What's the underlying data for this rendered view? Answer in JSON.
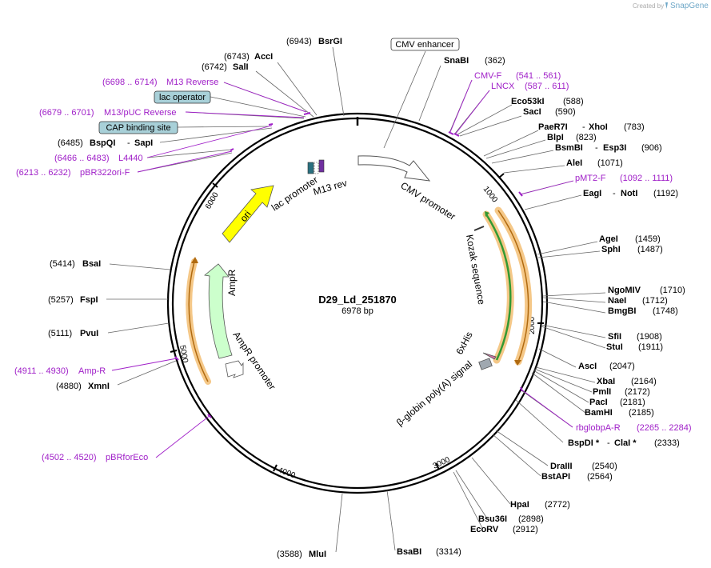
{
  "header": {
    "credit": "Created by",
    "brand": "SnapGene"
  },
  "map": {
    "name": "D29_Ld_251870",
    "length": "6978 bp",
    "ticks": [
      "1000",
      "2000",
      "3000",
      "4000",
      "5000",
      "6000"
    ]
  },
  "features": {
    "cmv_promoter": "CMV promoter",
    "kozak": "Kozak sequence",
    "his": "6xHis",
    "polya": "β-globin poly(A) signal",
    "ampr": "AmpR",
    "ampr_promoter": "AmpR promoter",
    "ori": "ori",
    "lac_promoter": "lac promoter",
    "m13rev": "M13 rev"
  },
  "boxes": {
    "cmv_enhancer": "CMV enhancer",
    "lac_operator": "lac operator",
    "cap_site": "CAP binding site"
  },
  "sites": {
    "bsrgi": {
      "pos": "(6943)",
      "name": "BsrGI"
    },
    "acci": {
      "pos": "(6743)",
      "name": "AccI"
    },
    "sali": {
      "pos": "(6742)",
      "name": "SalI"
    },
    "bspqi": {
      "pos": "(6485)",
      "name": "BspQI",
      "name2": "SapI"
    },
    "snabi": {
      "name": "SnaBI",
      "pos": "(362)"
    },
    "eco53ki": {
      "name": "Eco53kI",
      "pos": "(588)"
    },
    "saci": {
      "name": "SacI",
      "pos": "(590)"
    },
    "paer7i": {
      "name": "PaeR7I",
      "name2": "XhoI",
      "pos": "(783)"
    },
    "blpi": {
      "name": "BlpI",
      "pos": "(823)"
    },
    "bsmbi": {
      "name": "BsmBI",
      "name2": "Esp3I",
      "pos": "(906)"
    },
    "alei": {
      "name": "AleI",
      "pos": "(1071)"
    },
    "eagi": {
      "name": "EagI",
      "name2": "NotI",
      "pos": "(1192)"
    },
    "agei": {
      "name": "AgeI",
      "pos": "(1459)"
    },
    "sphi": {
      "name": "SphI",
      "pos": "(1487)"
    },
    "ngomiv": {
      "name": "NgoMIV",
      "pos": "(1710)"
    },
    "naei": {
      "name": "NaeI",
      "pos": "(1712)"
    },
    "bmgbi": {
      "name": "BmgBI",
      "pos": "(1748)"
    },
    "sfii": {
      "name": "SfiI",
      "pos": "(1908)"
    },
    "stui": {
      "name": "StuI",
      "pos": "(1911)"
    },
    "asci": {
      "name": "AscI",
      "pos": "(2047)"
    },
    "xbai": {
      "name": "XbaI",
      "pos": "(2164)"
    },
    "pmli": {
      "name": "PmlI",
      "pos": "(2172)"
    },
    "paci": {
      "name": "PacI",
      "pos": "(2181)"
    },
    "bamhi": {
      "name": "BamHI",
      "pos": "(2185)"
    },
    "bspdi": {
      "name": "BspDI *",
      "name2": "ClaI *",
      "pos": "(2333)"
    },
    "draiii": {
      "name": "DraIII",
      "pos": "(2540)"
    },
    "bstapi": {
      "name": "BstAPI",
      "pos": "(2564)"
    },
    "hpai": {
      "name": "HpaI",
      "pos": "(2772)"
    },
    "bsu36i": {
      "name": "Bsu36I",
      "pos": "(2898)"
    },
    "ecorv": {
      "name": "EcoRV",
      "pos": "(2912)"
    },
    "bsabi": {
      "name": "BsaBI",
      "pos": "(3314)"
    },
    "mlui": {
      "pos": "(3588)",
      "name": "MluI"
    },
    "bsai": {
      "pos": "(5414)",
      "name": "BsaI"
    },
    "fspi": {
      "pos": "(5257)",
      "name": "FspI"
    },
    "pvui": {
      "pos": "(5111)",
      "name": "PvuI"
    },
    "xmni": {
      "pos": "(4880)",
      "name": "XmnI"
    }
  },
  "primers": {
    "m13r": {
      "range": "(6698 .. 6714)",
      "name": "M13 Reverse"
    },
    "m13puc": {
      "range": "(6679 .. 6701)",
      "name": "M13/pUC Reverse"
    },
    "l4440": {
      "range": "(6466 .. 6483)",
      "name": "L4440"
    },
    "pbr322": {
      "range": "(6213 .. 6232)",
      "name": "pBR322ori-F"
    },
    "cmvf": {
      "name": "CMV-F",
      "range": "(541 .. 561)"
    },
    "lncx": {
      "name": "LNCX",
      "range": "(587 .. 611)"
    },
    "pmt2f": {
      "name": "pMT2-F",
      "range": "(1092 .. 1111)"
    },
    "rbglob": {
      "name": "rbglobpA-R",
      "range": "(2265 .. 2284)"
    },
    "ampr": {
      "range": "(4911 .. 4930)",
      "name": "Amp-R"
    },
    "pbrfor": {
      "range": "(4502 .. 4520)",
      "name": "pBRforEco"
    }
  },
  "colors": {
    "backbone": "#000000",
    "primer": "#a020c8",
    "ori": "#ffff00",
    "ampr": "#ccffcc",
    "orf": "#e8a040",
    "green": "#339933",
    "box_blue": "#a8d0d8"
  }
}
